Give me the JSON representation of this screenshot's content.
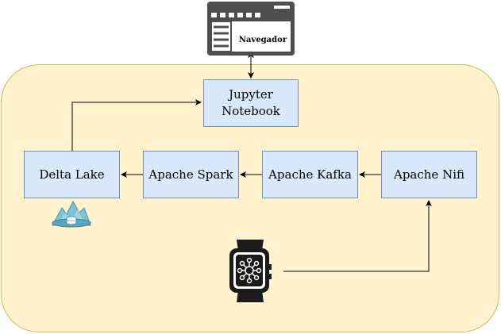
{
  "diagram": {
    "browser": {
      "label": "Navegador",
      "icon": "browser-window-icon"
    },
    "nodes": {
      "jupyter": "Jupyter\nNotebook",
      "delta_lake": "Delta Lake",
      "apache_spark": "Apache Spark",
      "apache_kafka": "Apache Kafka",
      "apache_nifi": "Apache Nifi"
    },
    "icons": {
      "delta_lake": "delta-lake-icon",
      "smartwatch": "smartwatch-iot-icon"
    },
    "colors": {
      "container_fill": "#fff2cc",
      "container_stroke": "#d6b656",
      "node_fill": "#dae8fc",
      "node_stroke": "#6c8ebf",
      "icon_dark": "#333333",
      "delta_icon": "#7cc4d6"
    }
  }
}
